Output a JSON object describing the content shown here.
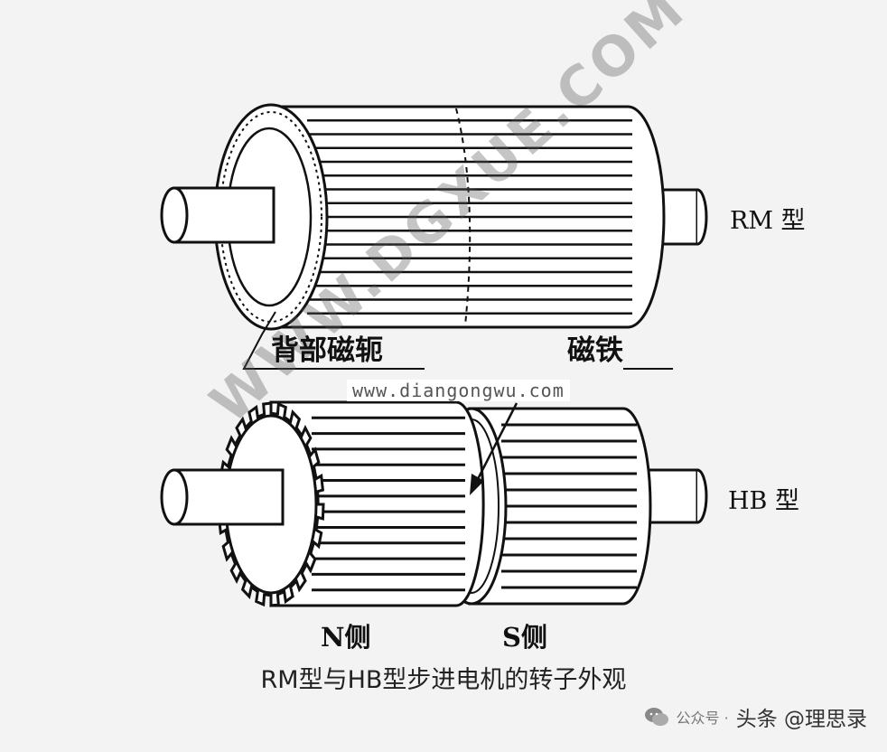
{
  "labels": {
    "rm_type": "RM 型",
    "hb_type": "HB 型",
    "back_yoke": "背部磁轭",
    "magnet": "磁铁",
    "n_side": "N侧",
    "s_side": "S侧"
  },
  "caption": "RM型与HB型步进电机的转子外观",
  "watermark": {
    "url": "www.diangongwu.com",
    "diagonal": "WWW.DGXUE.COM"
  },
  "footer": {
    "wechat": "公众号 ·",
    "toutiao": "头条 @理思录",
    "icon": "wechat-icon"
  }
}
